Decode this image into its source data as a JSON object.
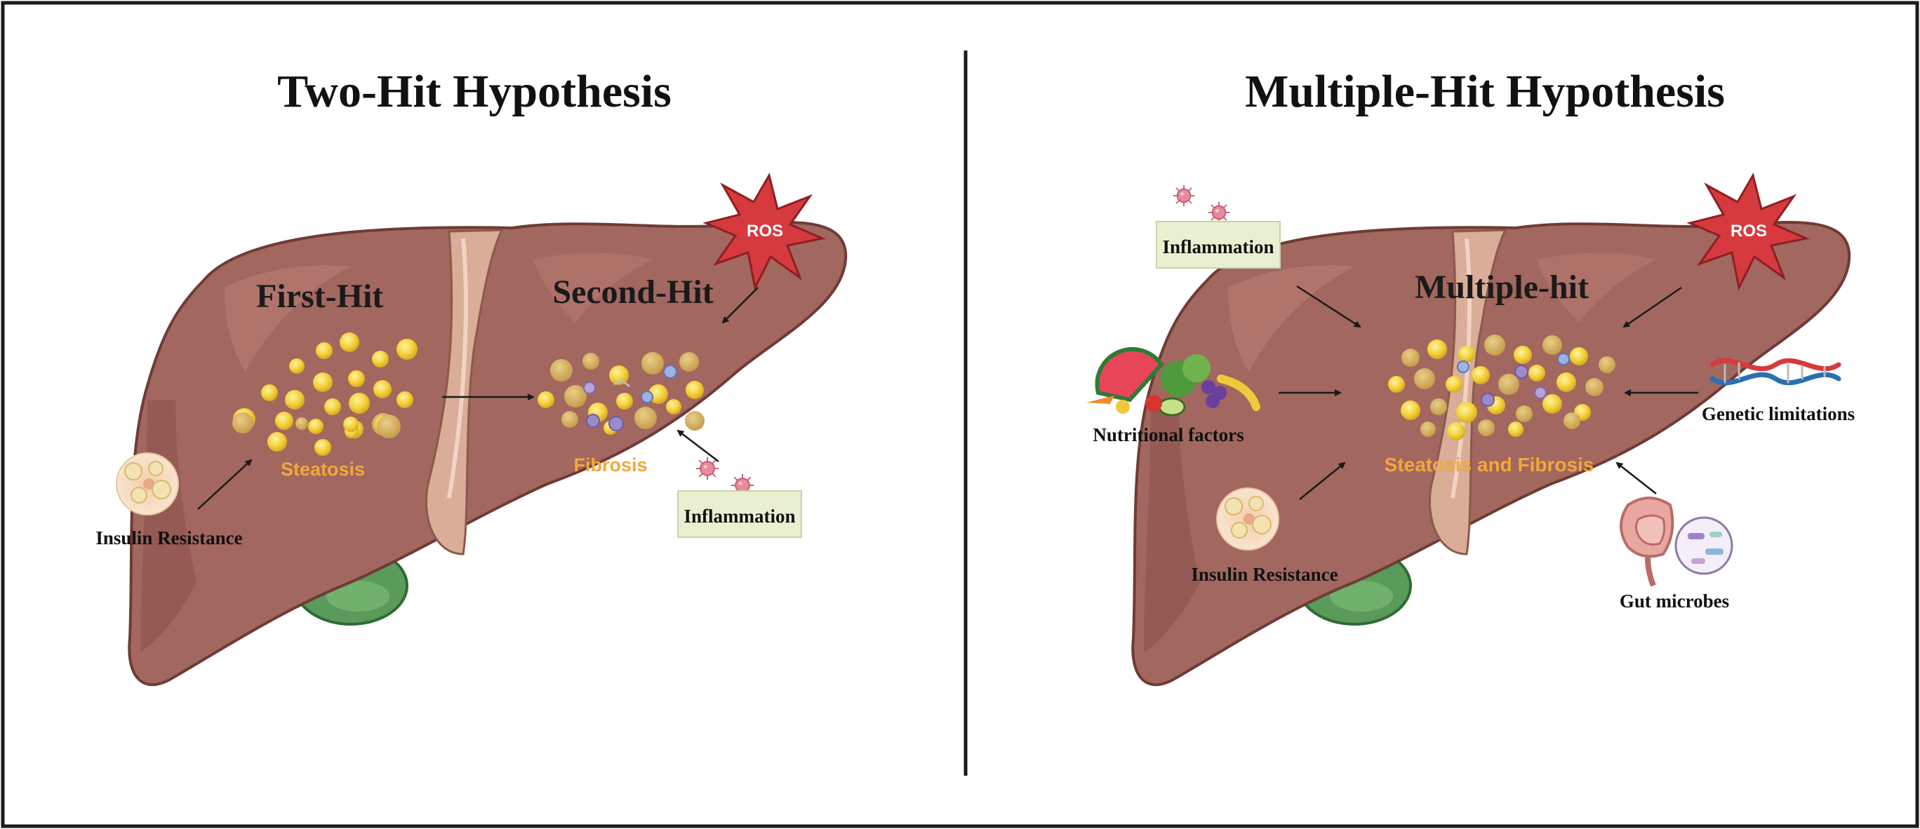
{
  "left_panel": {
    "title": "Two-Hit Hypothesis",
    "first_hit_label": "First-Hit",
    "second_hit_label": "Second-Hit",
    "steatosis_label": "Steatosis",
    "fibrosis_label": "Fibrosis",
    "insulin_resistance_label": "Insulin Resistance",
    "inflammation_label": "Inflammation",
    "ros_label": "ROS"
  },
  "right_panel": {
    "title": "Multiple-Hit Hypothesis",
    "multiple_hit_label": "Multiple-hit",
    "center_label": "Steatosis and Fibrosis",
    "inflammation_label": "Inflammation",
    "ros_label": "ROS",
    "nutritional_label": "Nutritional factors",
    "genetic_label": "Genetic limitations",
    "insulin_resistance_label": "Insulin Resistance",
    "gut_microbes_label": "Gut microbes"
  },
  "colors": {
    "liver_fill": "#a2675f",
    "liver_outline": "#6e3b36",
    "ligament": "#d9ad97",
    "gallbladder": "#5a9a5a",
    "fat_droplet": "#f2d23a",
    "fat_droplet_pale": "#d6b25c",
    "label_orange": "#f2a83b",
    "ros_red": "#d63a3e",
    "inflammation_box": "#e9f0d2",
    "virus_pink": "#e88a9a",
    "border": "#1a1a1a"
  },
  "icons": [
    "ros-burst-icon",
    "virus-icon",
    "fat-cell-icon",
    "food-icon",
    "dna-icon",
    "intestine-icon",
    "bacteria-icon"
  ]
}
